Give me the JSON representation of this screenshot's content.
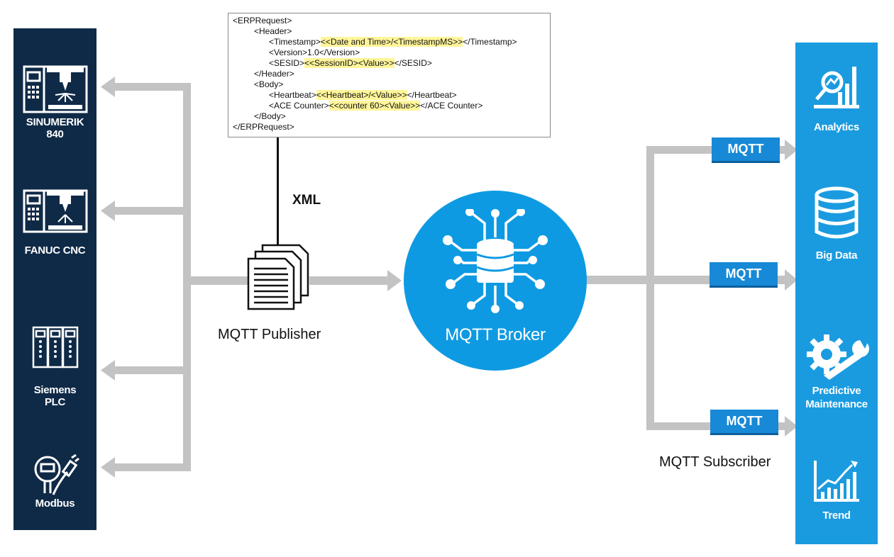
{
  "devices": [
    {
      "label": "SINUMERIK\n840",
      "icon": "cnc-machine-icon"
    },
    {
      "label": "FANUC CNC",
      "icon": "cnc-machine-icon"
    },
    {
      "label": "Siemens\nPLC",
      "icon": "plc-rack-icon"
    },
    {
      "label": "Modbus",
      "icon": "meter-plug-icon"
    }
  ],
  "xml": {
    "lines": [
      {
        "pre": "<ERPRequest>",
        "hl": "",
        "post": ""
      },
      {
        "pre": "<Header>",
        "hl": "",
        "post": ""
      },
      {
        "pre": "<Timestamp>",
        "hl": "<<Date and Time>/<TimestampMS>>",
        "post": "</Timestamp>"
      },
      {
        "pre": "<Version>1.0</Version>",
        "hl": "",
        "post": ""
      },
      {
        "pre": "<SESID>",
        "hl": "<<SessionID><Value>>",
        "post": "</SESID>"
      },
      {
        "pre": "</Header>",
        "hl": "",
        "post": ""
      },
      {
        "pre": "<Body>",
        "hl": "",
        "post": ""
      },
      {
        "pre": "<Heartbeat>",
        "hl": "<<Heartbeat>/<Value>>",
        "post": "</Heartbeat>"
      },
      {
        "pre": "<ACE Counter>",
        "hl": "<<counter 60><Value>>",
        "post": "</ACE Counter>"
      },
      {
        "pre": "</Body>",
        "hl": "",
        "post": ""
      },
      {
        "pre": "</ERPRequest>",
        "hl": "",
        "post": ""
      }
    ],
    "highlight_color": "#fff59a"
  },
  "labels": {
    "xml": "XML",
    "publisher": "MQTT Publisher",
    "broker": "MQTT Broker",
    "subscriber": "MQTT Subscriber"
  },
  "mqtt_badges": [
    "MQTT",
    "MQTT",
    "MQTT"
  ],
  "apps": [
    {
      "label": "Analytics",
      "icon": "analytics-chart-icon"
    },
    {
      "label": "Big Data",
      "icon": "database-icon"
    },
    {
      "label": "Predictive\nMaintenance",
      "icon": "gear-wrench-icon"
    },
    {
      "label": "Trend",
      "icon": "trend-chart-icon"
    }
  ],
  "colors": {
    "left_panel": "#0f2a47",
    "right_panel": "#1a9be0",
    "broker": "#0e9ae2",
    "badge": "#1789d6",
    "connector": "#c3c3c3"
  }
}
